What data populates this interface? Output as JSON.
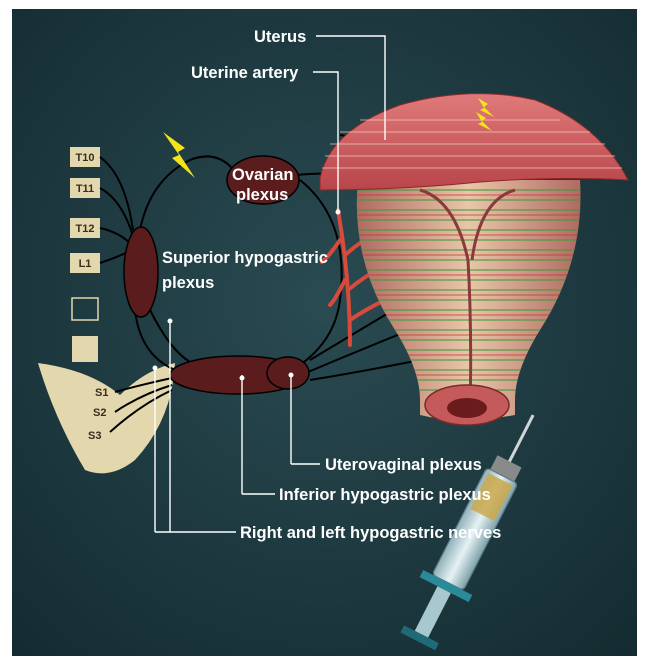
{
  "labels": {
    "uterus": "Uterus",
    "uterine_artery": "Uterine artery",
    "ovarian_plexus_line1": "Ovarian",
    "ovarian_plexus_line2": "plexus",
    "superior_hypogastric_line1": "Superior hypogastric",
    "superior_hypogastric_line2": "plexus",
    "uterovaginal_plexus": "Uterovaginal plexus",
    "inferior_hypogastric_plexus": "Inferior hypogastric plexus",
    "hypogastric_nerves": "Right and left hypogastric nerves"
  },
  "vertebrae": [
    "T10",
    "T11",
    "T12",
    "L1"
  ],
  "sacral": [
    "S1",
    "S2",
    "S3"
  ],
  "colors": {
    "background": "#1c3a40",
    "plexus": "#5a1c1c",
    "uterus": "#d4575c",
    "artery": "#d84a3c",
    "vertebra": "#e2d7ad",
    "moon": "#f5e31a",
    "lightning": "#f5e31a"
  },
  "icons": [
    "lightning-bolt-icon",
    "crescent-moon-icon",
    "syringe-icon"
  ]
}
